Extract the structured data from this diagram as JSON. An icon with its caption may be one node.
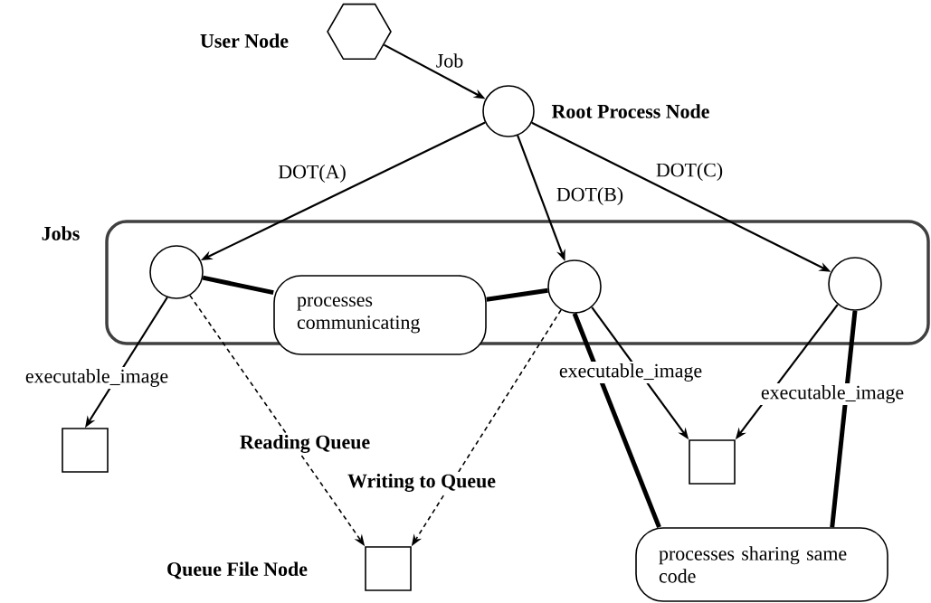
{
  "diagram": {
    "nodes": [
      {
        "text": [],
        "shape": "hexagon",
        "beside": [
          "User Node"
        ]
      },
      {
        "text": [],
        "shape": "circle",
        "beside": [
          "Root Process Node"
        ]
      },
      {
        "text": [
          "Jobs"
        ]
      },
      {
        "text": [],
        "shape": "circle",
        "in": 2
      },
      {
        "text": [],
        "shape": "circle",
        "in": 2
      },
      {
        "text": [],
        "shape": "circle",
        "in": 2
      },
      {
        "text": [
          "processes communicating"
        ]
      },
      {
        "text": [],
        "shape": "box"
      },
      {
        "text": [],
        "shape": "box"
      },
      {
        "text": [],
        "shape": "box",
        "beside": [
          "Queue File Node"
        ]
      },
      {
        "text": [
          "processes sharing same code"
        ]
      }
    ],
    "edges": [
      {
        "from": 0,
        "to": 1,
        "arrow": "to",
        "label": "Job"
      },
      {
        "from": 1,
        "to": 3,
        "arrow": "to",
        "label": "DOT(A)"
      },
      {
        "from": 1,
        "to": 4,
        "arrow": "to",
        "label": "DOT(B)"
      },
      {
        "from": 1,
        "to": 5,
        "arrow": "to",
        "label": "DOT(C)"
      },
      {
        "from": 3,
        "to": 6,
        "arrow": "none",
        "style": "thick"
      },
      {
        "from": 4,
        "to": 6,
        "arrow": "none",
        "style": "thick"
      },
      {
        "from": 3,
        "to": 7,
        "arrow": "to",
        "label": "executable_image"
      },
      {
        "from": 4,
        "to": 8,
        "arrow": "to",
        "label": "executable_image"
      },
      {
        "from": 5,
        "to": 8,
        "arrow": "to",
        "label": "executable_image"
      },
      {
        "from": 3,
        "to": 9,
        "arrow": "to",
        "label": "Reading Queue",
        "style": "dashed"
      },
      {
        "from": 4,
        "to": 9,
        "arrow": "to",
        "label": "Writing to Queue",
        "style": "dashed"
      },
      {
        "from": 4,
        "to": 10,
        "arrow": "none",
        "style": "thick"
      },
      {
        "from": 5,
        "to": 10,
        "arrow": "none",
        "style": "thick"
      }
    ]
  }
}
